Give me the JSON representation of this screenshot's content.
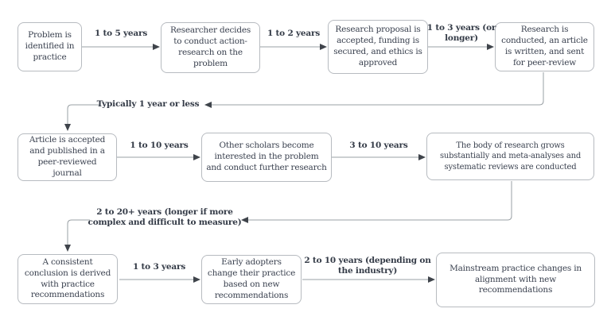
{
  "diagram": {
    "type": "flowchart",
    "colors": {
      "box_border": "#b7bbc0",
      "box_text": "#3b4250",
      "label_text": "#343b47",
      "line": "#9aa0a5",
      "arrowhead": "#3f444b",
      "background": "#ffffff"
    }
  },
  "boxes": [
    {
      "id": "problem-identified",
      "text": "Problem is identified in practice"
    },
    {
      "id": "researcher-decides",
      "text": "Researcher decides to conduct action-research on the problem"
    },
    {
      "id": "proposal-accepted",
      "text": "Research proposal is accepted, funding is secured, and ethics is approved"
    },
    {
      "id": "research-conducted",
      "text": "Research is conducted, an article is written, and sent for peer-review"
    },
    {
      "id": "article-published",
      "text": "Article is accepted and published in a peer-reviewed journal"
    },
    {
      "id": "scholars-interested",
      "text": "Other scholars become interested in the problem and conduct further research"
    },
    {
      "id": "research-grows",
      "text": "The body of research grows substantially and meta-analyses and systematic reviews are conducted"
    },
    {
      "id": "conclusion-derived",
      "text": "A consistent conclusion is derived with practice recommendations"
    },
    {
      "id": "early-adopters",
      "text": "Early adopters change their practice based on new recommendations"
    },
    {
      "id": "mainstream-practice",
      "text": "Mainstream practice changes in alignment with new recommendations"
    }
  ],
  "connectors": [
    {
      "from": "problem-identified",
      "to": "researcher-decides",
      "label": "1 to 5 years"
    },
    {
      "from": "researcher-decides",
      "to": "proposal-accepted",
      "label": "1 to 2 years"
    },
    {
      "from": "proposal-accepted",
      "to": "research-conducted",
      "label": "1 to 3 years (or longer)"
    },
    {
      "from": "research-conducted",
      "to": "article-published",
      "label": "Typically 1 year or less"
    },
    {
      "from": "article-published",
      "to": "scholars-interested",
      "label": "1 to 10 years"
    },
    {
      "from": "scholars-interested",
      "to": "research-grows",
      "label": "3 to 10 years"
    },
    {
      "from": "research-grows",
      "to": "conclusion-derived",
      "label": "2 to 20+ years (longer if more complex and difficult to measure)"
    },
    {
      "from": "conclusion-derived",
      "to": "early-adopters",
      "label": "1 to 3 years"
    },
    {
      "from": "early-adopters",
      "to": "mainstream-practice",
      "label": "2 to 10 years (depending on the industry)"
    }
  ]
}
